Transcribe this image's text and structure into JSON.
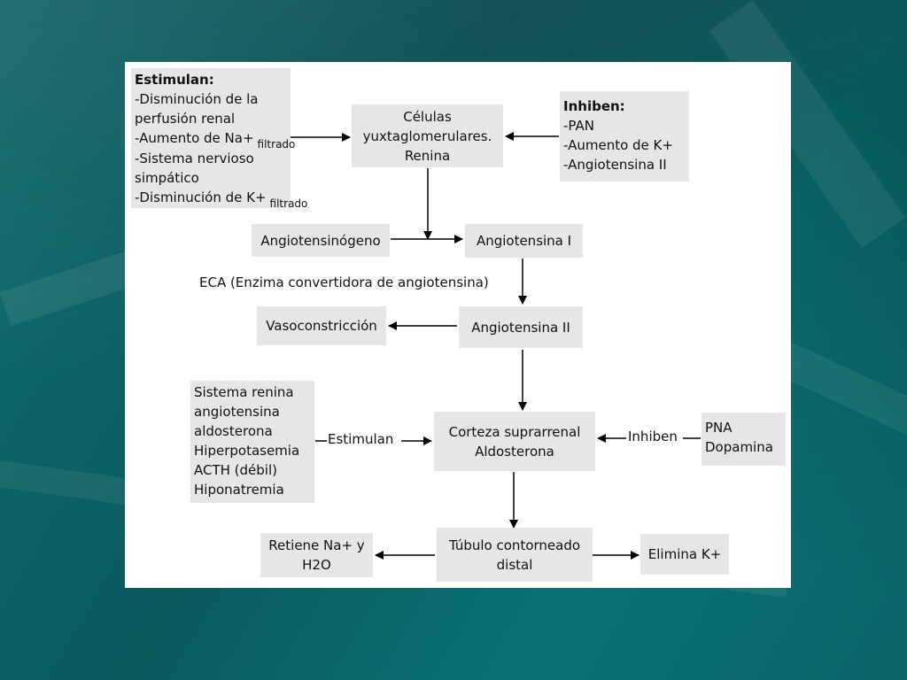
{
  "stimulators": {
    "title": "Estimulan:",
    "lines": [
      "-Disminución de la",
      "perfusión renal",
      "-Aumento de Na+",
      "-Sistema nervioso",
      "simpático",
      "-Disminución de K+"
    ],
    "sub_na": "filtrado",
    "sub_k": "filtrado"
  },
  "cells": {
    "lines": [
      "Células",
      "yuxtaglomerulares.",
      "Renina"
    ]
  },
  "inhibitors": {
    "title": "Inhiben:",
    "lines": [
      "-PAN",
      "-Aumento de K+",
      "-Angiotensina II"
    ]
  },
  "angiotensinogen": "Angiotensinógeno",
  "angiotensin1": "Angiotensina I",
  "eca": "ECA (Enzima convertidora de angiotensina)",
  "angiotensin2": "Angiotensina II",
  "vasoconstriction": "Vasoconstricción",
  "adrenal_stimuli": {
    "lines": [
      "Sistema renina",
      "angiotensina",
      "aldosterona",
      "Hiperpotasemia",
      "ACTH (débil)",
      "Hiponatremia"
    ]
  },
  "stimulate_label": "Estimulan",
  "cortex": {
    "lines": [
      "Corteza suprarrenal",
      "Aldosterona"
    ]
  },
  "inhibit_label": "Inhiben",
  "adrenal_inhibitors": {
    "lines": [
      "PNA",
      "Dopamina"
    ]
  },
  "retains": {
    "lines": [
      "Retiene Na+ y",
      "H2O"
    ]
  },
  "tubule": {
    "lines": [
      "Túbulo contorneado",
      "distal"
    ]
  },
  "eliminates": "Elimina K+"
}
